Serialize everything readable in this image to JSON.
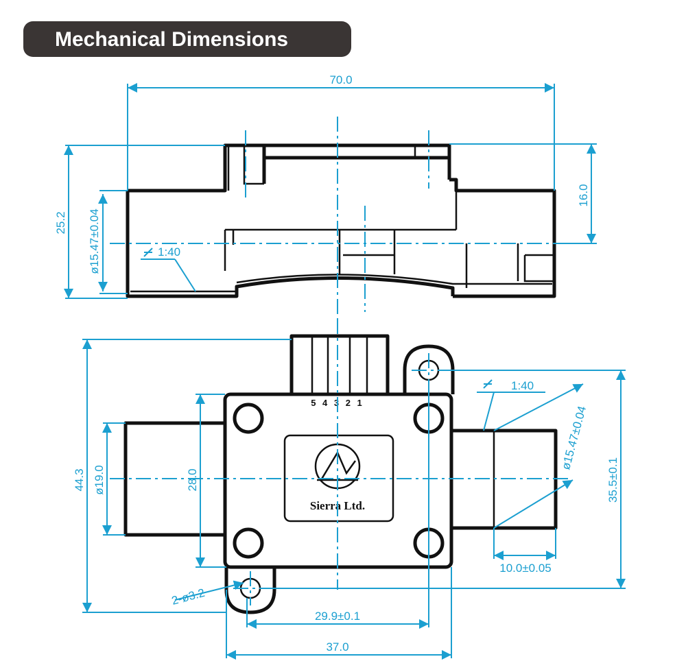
{
  "header": {
    "title": "Mechanical Dimensions"
  },
  "colors": {
    "dimension": "#1b9fd0",
    "outline": "#111111",
    "header_bg": "#3a3534"
  },
  "side_view": {
    "dims": {
      "overall_length": "70.0",
      "overall_height": "25.2",
      "port_bore": "ø15.47±0.04",
      "port_taper": "1:40",
      "body_height": "16.0"
    }
  },
  "top_view": {
    "pins": "5 4 3 2 1",
    "logo_text": "Sierra Ltd.",
    "dims": {
      "overall_width": "44.3",
      "port_diameter": "ø19.0",
      "body_inner_width": "28.0",
      "mounting_holes": "2-ø3.2",
      "hole_spacing": "29.9±0.1",
      "body_length": "37.0",
      "port_taper": "1:40",
      "port_bore": "ø15.47±0.04",
      "port_depth": "10.0±0.05",
      "hole_offset": "35.5±0.1"
    }
  }
}
